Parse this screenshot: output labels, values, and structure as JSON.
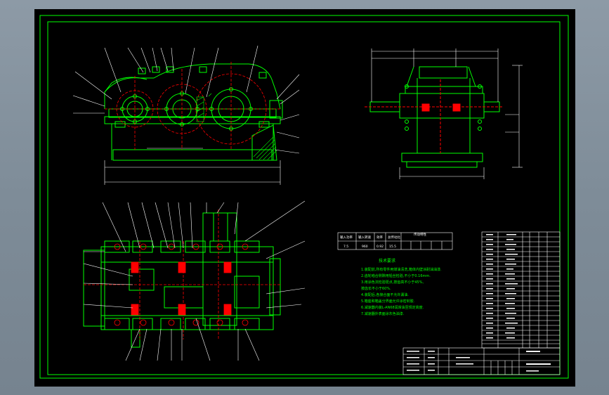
{
  "colors": {
    "background": "#7d8a96",
    "canvas": "#000000",
    "frame": "#00ff00",
    "outline": "#00ff00",
    "gear": "#ff0000",
    "centerline": "#ff0000",
    "dimension": "#ffffff",
    "text": "#ffffff",
    "note_text": "#00ff00",
    "hatch": "#00ff00"
  },
  "drawing": {
    "views": [
      "front-view",
      "side-view",
      "top-section-view"
    ],
    "notes_heading": "技术要求",
    "tech_notes": [
      "1.装配前,所有零件用煤油清洗,箱体内壁涂耐油油漆.",
      "2.齿轮啮合侧隙用铅丝检验,不小于0.16mm.",
      "3.用涂色法检验斑点,按齿高不小于45%,",
      "  按齿长不小于60%.",
      "4.装配后,各接合面不允许漏油.",
      "5.箱座和箱盖分界面允许涂密封胶.",
      "6.减速器内装L-AN68润滑油至规定高度.",
      "7.减速器外表面涂灰色油漆."
    ],
    "spec_table": {
      "headers": [
        "输入功率",
        "输入转速",
        "效率",
        "总传动比",
        "传动特性"
      ],
      "values": [
        "7.5",
        "960",
        "0.92",
        "15.5",
        "",
        "",
        ""
      ]
    }
  }
}
